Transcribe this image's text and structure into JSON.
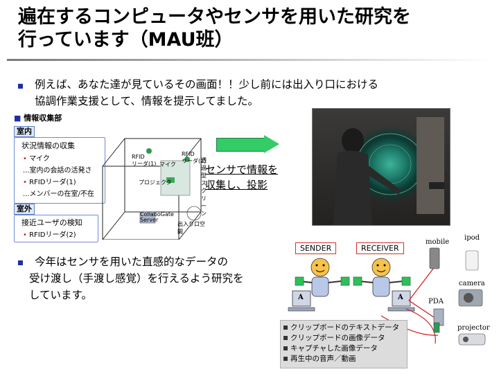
{
  "slide": {
    "title_line1": "遍在するコンピュータやセンサを用いた研究を",
    "title_line2": "行っています（MAU班）",
    "bullet1_line1": "例えば、あなた達が見ているその画面！！少し前には出入り口における",
    "bullet1_line2": "協調作業支援として、情報を提示してました。",
    "bullet2_line1": "今年はセンサを用いた直感的なデータの",
    "bullet2_line2": "受け渡し（手渡し感覚）を行えるよう研究を",
    "bullet2_line3": "しています。",
    "caption_line1": "センサで情報を",
    "caption_line2": "収集し、投影"
  },
  "diagram_left": {
    "header": "情報収集部",
    "indoor_label": "室内",
    "indoor_heading": "状況情報の収集",
    "indoor_items": [
      "マイク",
      "...室内の会話の活発さ",
      "RFIDリーダ(1)",
      "...メンバーの在室/不在"
    ],
    "outdoor_label": "室外",
    "outdoor_heading": "接近ユーザの検知",
    "outdoor_items": [
      "RFIDリーダ(2)"
    ],
    "room_labels": {
      "rfid1": "RFID",
      "rfid1b": "リーダ(1)",
      "mic": "マイク",
      "rfid2": "RFID",
      "rfid2b": "リーダ(2)",
      "screen": "透過型",
      "screen2": "スクリーン",
      "projector": "プロジェクタ",
      "server": "CollaboGate",
      "server2": "Server",
      "entrance": "出入り口空間"
    }
  },
  "diagram_right": {
    "sender": "SENDER",
    "receiver": "RECEIVER",
    "devices": [
      "mobile",
      "ipod",
      "PDA",
      "camera",
      "projector"
    ],
    "legend": [
      "クリップボードのテキストデータ",
      "クリップボードの画像データ",
      "キャプチャした画像データ",
      "再生中の音声／動画"
    ],
    "pc_letter": "A"
  },
  "colors": {
    "bullet": "#1f2ea8",
    "arrow": "#33cc66",
    "accent_red": "#d01818"
  }
}
